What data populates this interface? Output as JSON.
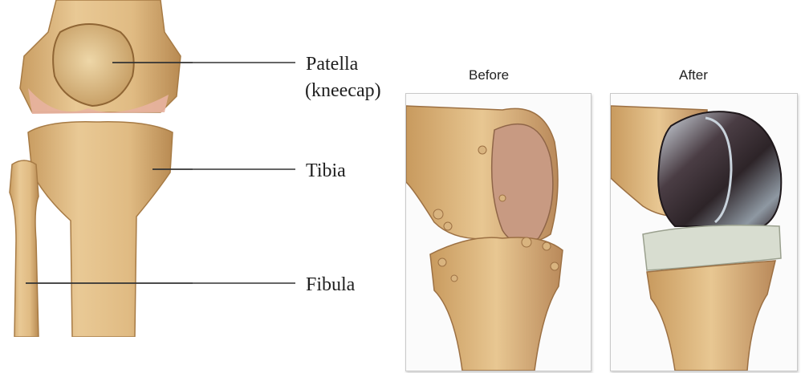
{
  "anatomy": {
    "labels": {
      "patella": "Patella",
      "patella_sub": "(kneecap)",
      "tibia": "Tibia",
      "fibula": "Fibula"
    }
  },
  "comparison": {
    "before_caption": "Before",
    "after_caption": "After"
  },
  "colors": {
    "bone": "#e2bf8a",
    "bone_shadow": "#c2955a",
    "cartilage_pink": "#e8b3a0",
    "metal_dark": "#3a2f34",
    "metal_light": "#c9d3dc",
    "spacer": "#d8ddd0",
    "leader_line": "#333333"
  }
}
